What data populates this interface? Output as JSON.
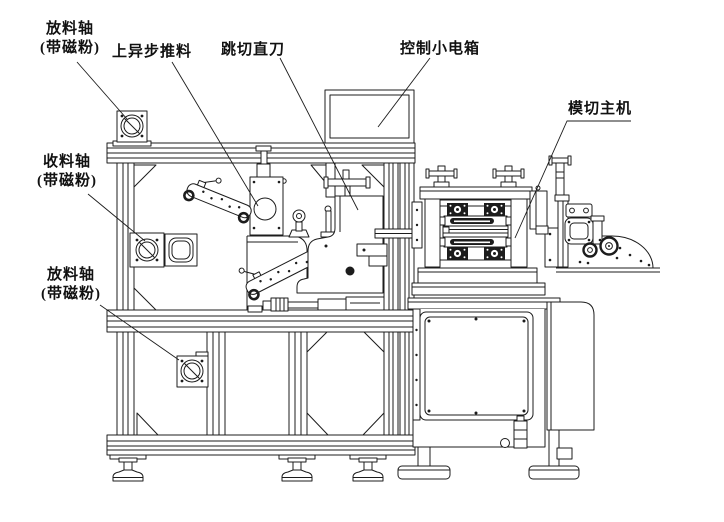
{
  "labels": {
    "unwind_top": {
      "line1": "放料轴",
      "line2": "(带磁粉)"
    },
    "async_pusher": {
      "text": "上异步推料"
    },
    "jump_cut_knife": {
      "text": "跳切直刀"
    },
    "control_box": {
      "text": "控制小电箱"
    },
    "die_cut_host": {
      "text": "模切主机"
    },
    "rewind": {
      "line1": "收料轴",
      "line2": "(带磁粉)"
    },
    "unwind_bottom": {
      "line1": "放料轴",
      "line2": "(带磁粉)"
    }
  },
  "colors": {
    "line": "#1c1c1c",
    "background": "#ffffff"
  }
}
